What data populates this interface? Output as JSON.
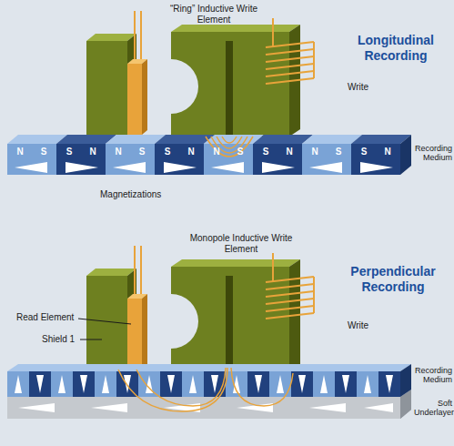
{
  "diagram": {
    "labels": [
      "“Ring” Inductive Write Element",
      "Write",
      "Longitudinal Recording",
      "Recording Medium",
      "Magnetizations",
      "N",
      "S",
      "S",
      "N",
      "N",
      "S",
      "S",
      "N",
      "N",
      "S",
      "S",
      "N",
      "N",
      "S",
      "S",
      "N",
      "Monopole Inductive Write Element",
      "Read Element",
      "Shield 1",
      "Write",
      "Perpendicular Recording",
      "Recording Medium",
      "Soft Underlayer"
    ]
  }
}
